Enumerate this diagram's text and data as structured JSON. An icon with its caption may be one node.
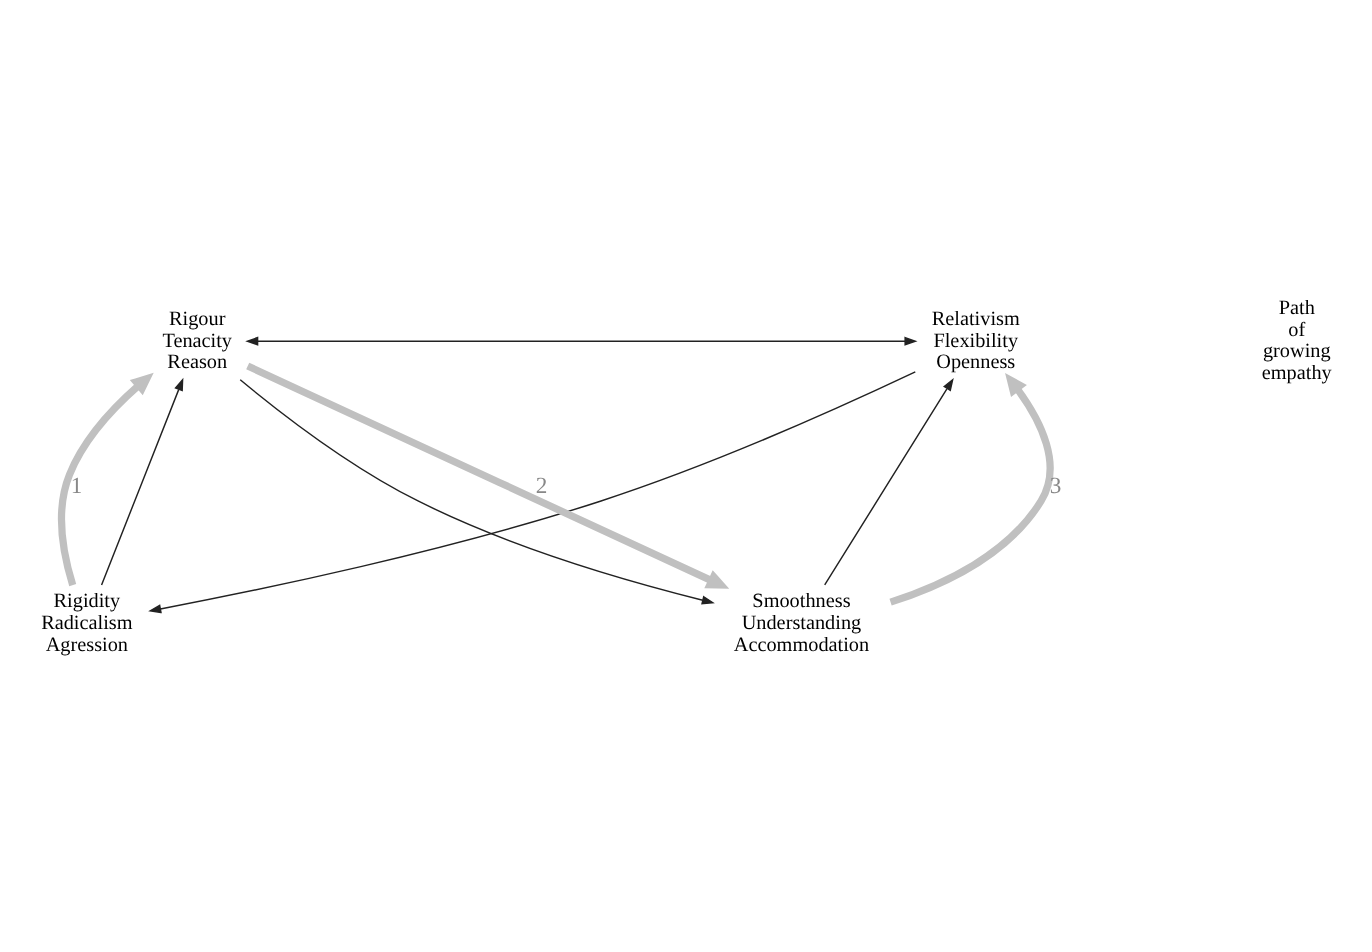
{
  "diagram": {
    "nodes": [
      {
        "text": [
          "Relativism Flexibility Openness"
        ]
      },
      {
        "text": [
          "Rigour Tenacity Reason"
        ]
      },
      {
        "text": [
          "Smoothness Understanding Accommodation"
        ]
      },
      {
        "text": [
          "Rigidity Radicalism Agression"
        ]
      }
    ],
    "edges": [
      {
        "from": 0,
        "to": 1,
        "arrow": "both"
      },
      {
        "from": 0,
        "to": 3,
        "arrow": "to"
      },
      {
        "from": 1,
        "to": 2,
        "arrow": "to"
      },
      {
        "from": 2,
        "to": 0,
        "arrow": "to"
      },
      {
        "from": 3,
        "to": 1,
        "arrow": "to"
      },
      {
        "from": 3,
        "to": 1,
        "arrow": "to",
        "label": "1",
        "style": "thick",
        "color": "#c0c0c0"
      },
      {
        "from": 1,
        "to": 2,
        "arrow": "to",
        "label": "2",
        "style": "thick",
        "color": "#c0c0c0"
      },
      {
        "from": 2,
        "to": 0,
        "arrow": "to",
        "label": "3",
        "style": "thick",
        "color": "#c0c0c0"
      }
    ],
    "labels": [
      "Path of growing empathy"
    ]
  }
}
